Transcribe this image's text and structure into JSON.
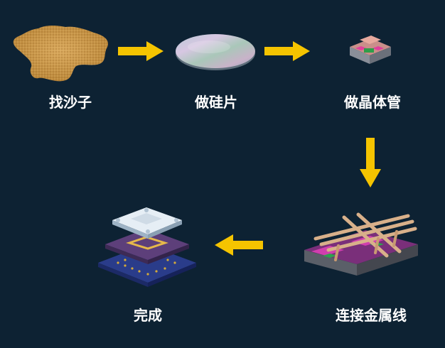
{
  "steps": [
    {
      "label": "找沙子",
      "icon": "sand-pile-icon"
    },
    {
      "label": "做硅片",
      "icon": "silicon-wafer-icon"
    },
    {
      "label": "做晶体管",
      "icon": "transistor-icon"
    },
    {
      "label": "连接金属线",
      "icon": "metal-interconnect-icon"
    },
    {
      "label": "完成",
      "icon": "chip-package-icon"
    }
  ],
  "colors": {
    "background": "#0d2233",
    "arrow": "#f5c400",
    "label": "#ffffff"
  }
}
